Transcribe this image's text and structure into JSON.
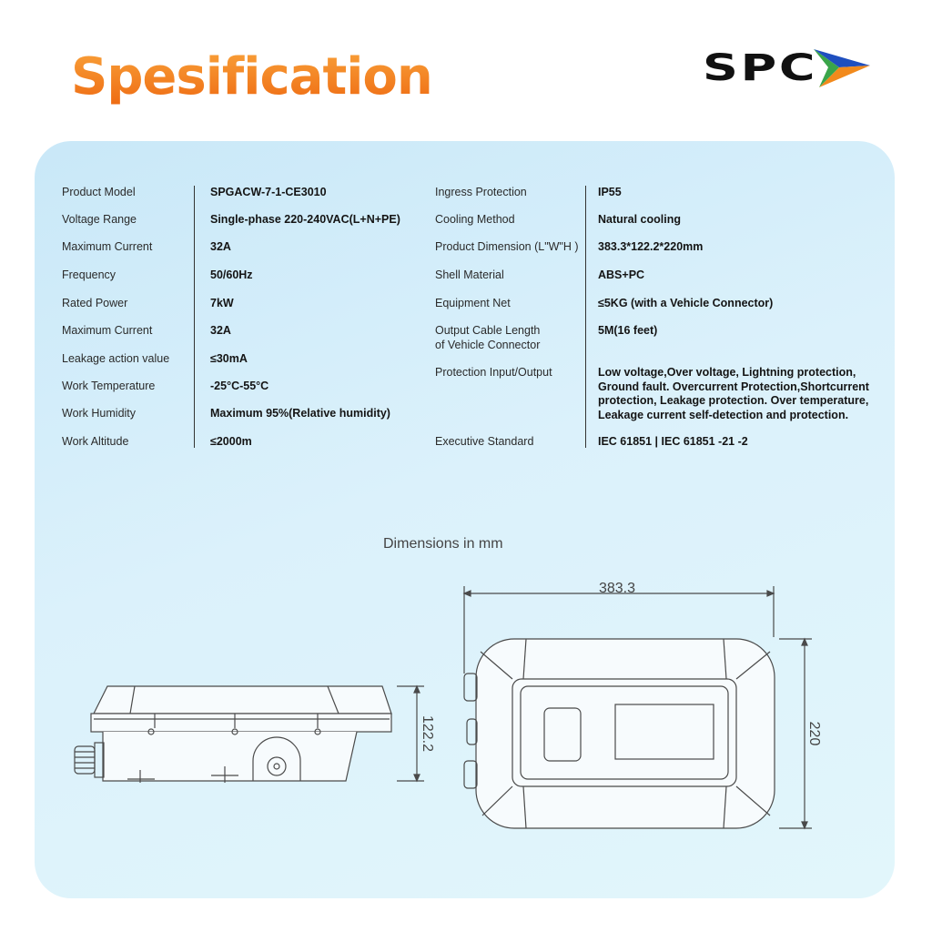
{
  "header": {
    "title": "Spesification",
    "logo_text": "SPC"
  },
  "specs_left": [
    {
      "label": "Product Model",
      "value": "SPGACW-7-1-CE3010"
    },
    {
      "label": "Voltage Range",
      "value": "Single-phase 220-240VAC(L+N+PE)"
    },
    {
      "label": "Maximum Current",
      "value": "32A"
    },
    {
      "label": "Frequency",
      "value": "50/60Hz"
    },
    {
      "label": "Rated Power",
      "value": "7kW"
    },
    {
      "label": "Maximum Current",
      "value": "32A"
    },
    {
      "label": "Leakage action value",
      "value": "≤30mA"
    },
    {
      "label": "Work Temperature",
      "value": "-25°C-55°C"
    },
    {
      "label": "Work Humidity",
      "value": "Maximum 95%(Relative humidity)"
    },
    {
      "label": "Work Altitude",
      "value": "≤2000m"
    }
  ],
  "specs_right": [
    {
      "label": "Ingress Protection",
      "value": "IP55"
    },
    {
      "label": "Cooling Method",
      "value": "Natural cooling"
    },
    {
      "label": "Product Dimension (L\"W\"H )",
      "value": "383.3*122.2*220mm"
    },
    {
      "label": "Shell Material",
      "value": "ABS+PC"
    },
    {
      "label": "Equipment Net",
      "value": "≤5KG (with a Vehicle Connector)"
    },
    {
      "label": "Output Cable Length\nof Vehicle Connector",
      "value": "5M(16 feet)"
    },
    {
      "label": "Protection Input/Output",
      "value": "Low voltage,Over voltage, Lightning protection,\nGround fault. Overcurrent Protection,Shortcurrent\nprotection, Leakage protection. Over temperature,\nLeakage current self-detection and protection."
    },
    {
      "label": "Executive Standard",
      "value": "IEC 61851 | IEC 61851 -21 -2"
    }
  ],
  "drawing": {
    "title": "Dimensions in mm",
    "height_label": "122.2",
    "length_label": "383.3",
    "width_label": "220"
  },
  "colors": {
    "title_orange": "#f07a1a",
    "panel_blue": "#d4eef9",
    "logo_blue": "#1f4fbf",
    "logo_orange": "#f28a1c",
    "logo_green": "#3aa54a"
  }
}
